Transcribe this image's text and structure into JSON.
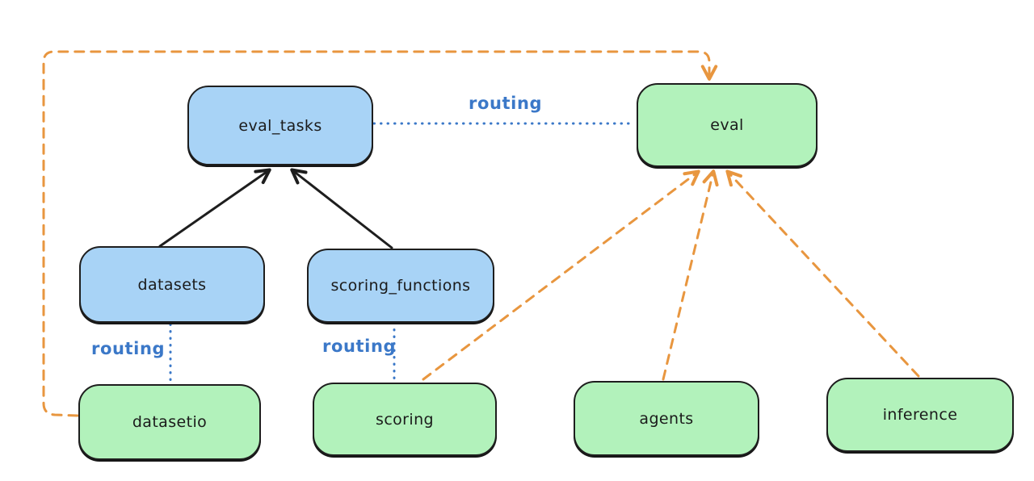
{
  "diagram": {
    "colors": {
      "api_box_fill": "#a8d3f6",
      "provider_box_fill": "#b2f2bb",
      "box_border": "#1e1e1e",
      "solid_arrow": "#1e1e1e",
      "routing_line_and_label": "#3b78c8",
      "dashed_dependency_arrow": "#e8963f",
      "background": "#ffffff"
    },
    "nodes": [
      {
        "id": "eval_tasks",
        "label": "eval_tasks",
        "type": "api"
      },
      {
        "id": "eval",
        "label": "eval",
        "type": "provider"
      },
      {
        "id": "datasets",
        "label": "datasets",
        "type": "api"
      },
      {
        "id": "scoring_functions",
        "label": "scoring_functions",
        "type": "api"
      },
      {
        "id": "datasetio",
        "label": "datasetio",
        "type": "provider"
      },
      {
        "id": "scoring",
        "label": "scoring",
        "type": "provider"
      },
      {
        "id": "agents",
        "label": "agents",
        "type": "provider"
      },
      {
        "id": "inference",
        "label": "inference",
        "type": "provider"
      }
    ],
    "edges": [
      {
        "from": "datasets",
        "to": "eval_tasks",
        "style": "solid-arrow",
        "color": "#1e1e1e",
        "label": ""
      },
      {
        "from": "scoring_functions",
        "to": "eval_tasks",
        "style": "solid-arrow",
        "color": "#1e1e1e",
        "label": ""
      },
      {
        "from": "eval_tasks",
        "to": "eval",
        "style": "dotted-line",
        "color": "#3b78c8",
        "label": "routing"
      },
      {
        "from": "datasets",
        "to": "datasetio",
        "style": "dotted-line",
        "color": "#3b78c8",
        "label": "routing"
      },
      {
        "from": "scoring_functions",
        "to": "scoring",
        "style": "dotted-line",
        "color": "#3b78c8",
        "label": "routing"
      },
      {
        "from": "datasetio",
        "to": "eval",
        "style": "dashed-arrow",
        "color": "#e8963f",
        "label": ""
      },
      {
        "from": "scoring",
        "to": "eval",
        "style": "dashed-arrow",
        "color": "#e8963f",
        "label": ""
      },
      {
        "from": "agents",
        "to": "eval",
        "style": "dashed-arrow",
        "color": "#e8963f",
        "label": ""
      },
      {
        "from": "inference",
        "to": "eval",
        "style": "dashed-arrow",
        "color": "#e8963f",
        "label": ""
      }
    ]
  }
}
